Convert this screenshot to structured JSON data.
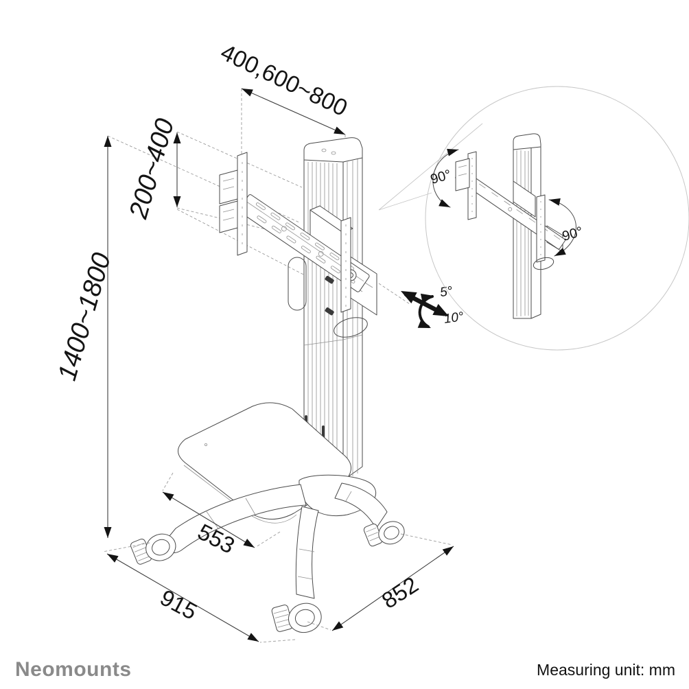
{
  "dimensions": {
    "screen_width_range": "400,600~800",
    "vesa_height_range": "200~400",
    "column_height_range": "1400~1800",
    "shelf_depth": "553",
    "base_width": "915",
    "base_depth": "852"
  },
  "angles": {
    "rotation_left": "90°",
    "rotation_right": "90°",
    "tilt_up": "5°",
    "tilt_down": "10°"
  },
  "footer": {
    "brand": "Neomounts",
    "measuring_unit": "Measuring unit: mm"
  },
  "colors": {
    "background": "#ffffff",
    "line": "#4a4a4a",
    "light_line": "#909090",
    "leader": "#9b9b9b",
    "circle": "#c6c6c6",
    "text": "#141414",
    "brand": "#8a8a8a"
  }
}
